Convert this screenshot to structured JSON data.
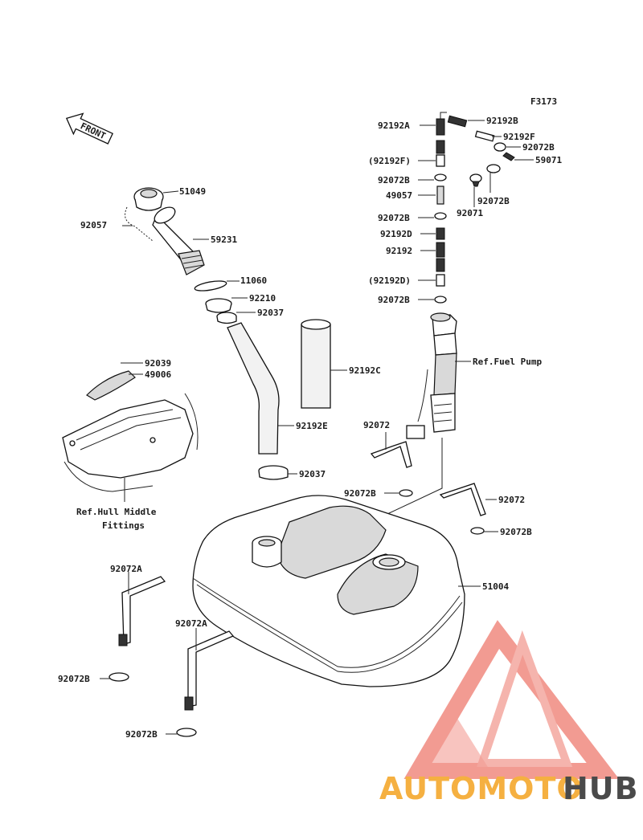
{
  "diagram": {
    "figure_code": "F3173",
    "front_label": "FRONT",
    "parts": {
      "p51049": "51049",
      "p92057": "92057",
      "p59231": "59231",
      "p11060": "11060",
      "p92210": "92210",
      "p92037a": "92037",
      "p92039": "92039",
      "p49006": "49006",
      "p92192c": "92192C",
      "p92192e": "92192E",
      "p92037b": "92037",
      "p92192a": "92192A",
      "p92192b": "92192B",
      "p92192f": "92192F",
      "p92072b_top": "92072B",
      "p92192f_paren": "(92192F)",
      "p59071": "59071",
      "p92072b_l1": "92072B",
      "p92072b_r": "92072B",
      "p49057": "49057",
      "p92071": "92071",
      "p92072b_l2": "92072B",
      "p92192d": "92192D",
      "p92192": "92192",
      "p92192d_paren": "(92192D)",
      "p92072b_l3": "92072B",
      "p92072_a": "92072",
      "p92072b_mid": "92072B",
      "p92072_b": "92072",
      "p92072b_right": "92072B",
      "p51004": "51004",
      "p92072a_1": "92072A",
      "p92072b_bl1": "92072B",
      "p92072a_2": "92072A",
      "p92072b_bl2": "92072B"
    },
    "refs": {
      "fuel_pump": "Ref.Fuel Pump",
      "hull_line1": "Ref.Hull Middle",
      "hull_line2": "Fittings"
    }
  },
  "watermark": {
    "part1": "AUTOMOTO",
    "part2": "HUB",
    "color1": "#f5b041",
    "color2": "#4a4a4a",
    "logo_color": "#f08a80"
  }
}
